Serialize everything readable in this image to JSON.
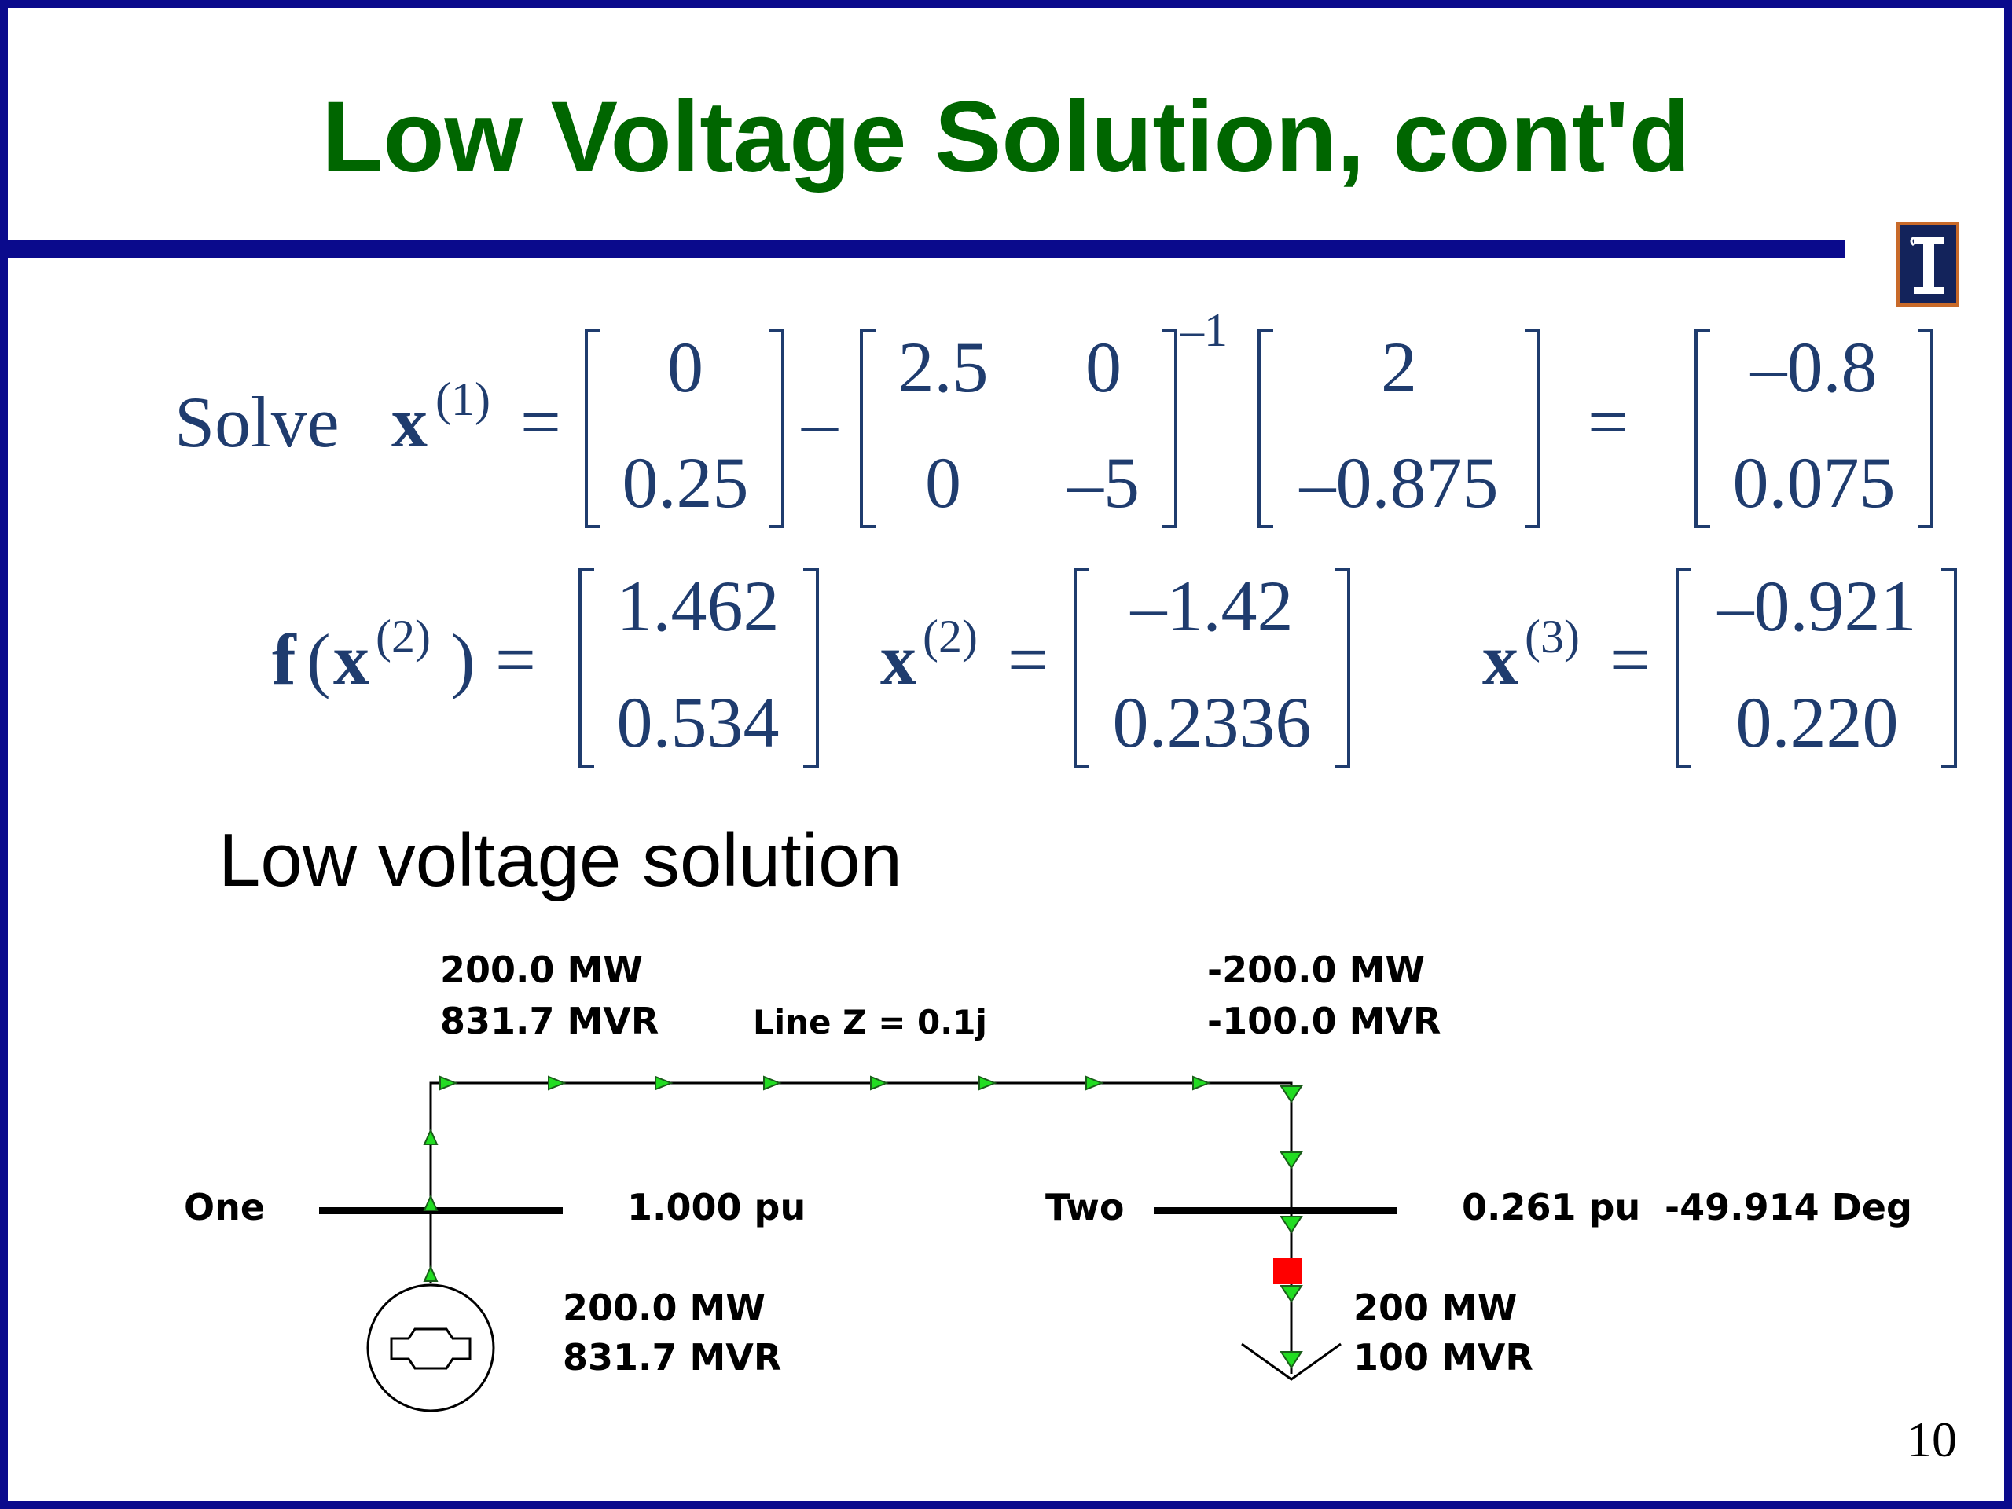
{
  "slide": {
    "title": "Low Voltage Solution, cont'd",
    "subtitle": "Low voltage solution",
    "page_number": "10",
    "colors": {
      "frame": "#0a0a8c",
      "title": "#006600",
      "math": "#1f3c6e",
      "arrow": "#22dd22",
      "breaker": "#ff0000"
    }
  },
  "logo": {
    "icon": "university-column-icon"
  },
  "equation1": {
    "solve": "Solve",
    "lhs_var": "x",
    "lhs_sup": "(1)",
    "equals": "=",
    "minus": "–",
    "inverse_sup": "–1",
    "vec_x": [
      "0",
      "0.25"
    ],
    "matrix": [
      [
        "2.5",
        "0"
      ],
      [
        "0",
        "–5"
      ]
    ],
    "vec_f": [
      "2",
      "–0.875"
    ],
    "result": [
      "–0.8",
      "0.075"
    ]
  },
  "equation2": {
    "f_label": "f",
    "f_arg_var": "x",
    "f_arg_sup": "(2)",
    "equals": "=",
    "f_vec": [
      "1.462",
      "0.534"
    ],
    "x2_var": "x",
    "x2_sup": "(2)",
    "x2_vec": [
      "–1.42",
      "0.2336"
    ],
    "x3_var": "x",
    "x3_sup": "(3)",
    "x3_vec": [
      "–0.921",
      "0.220"
    ]
  },
  "oneline": {
    "bus_one": {
      "name": "One",
      "voltage": "1.000 pu"
    },
    "bus_two": {
      "name": "Two",
      "voltage": "0.261 pu",
      "angle": "-49.914 Deg"
    },
    "line_label": "Line Z = 0.1j",
    "flow_from": {
      "mw": "200.0 MW",
      "mvar": "831.7 MVR"
    },
    "flow_to": {
      "mw": "-200.0 MW",
      "mvar": "-100.0 MVR"
    },
    "generator": {
      "mw": "200.0 MW",
      "mvar": "831.7 MVR",
      "icon": "generator-icon"
    },
    "load": {
      "mw": "200 MW",
      "mvar": "100 MVR",
      "icon": "load-arrow-icon"
    },
    "breaker": {
      "icon": "closed-breaker-icon",
      "status": "closed"
    }
  }
}
